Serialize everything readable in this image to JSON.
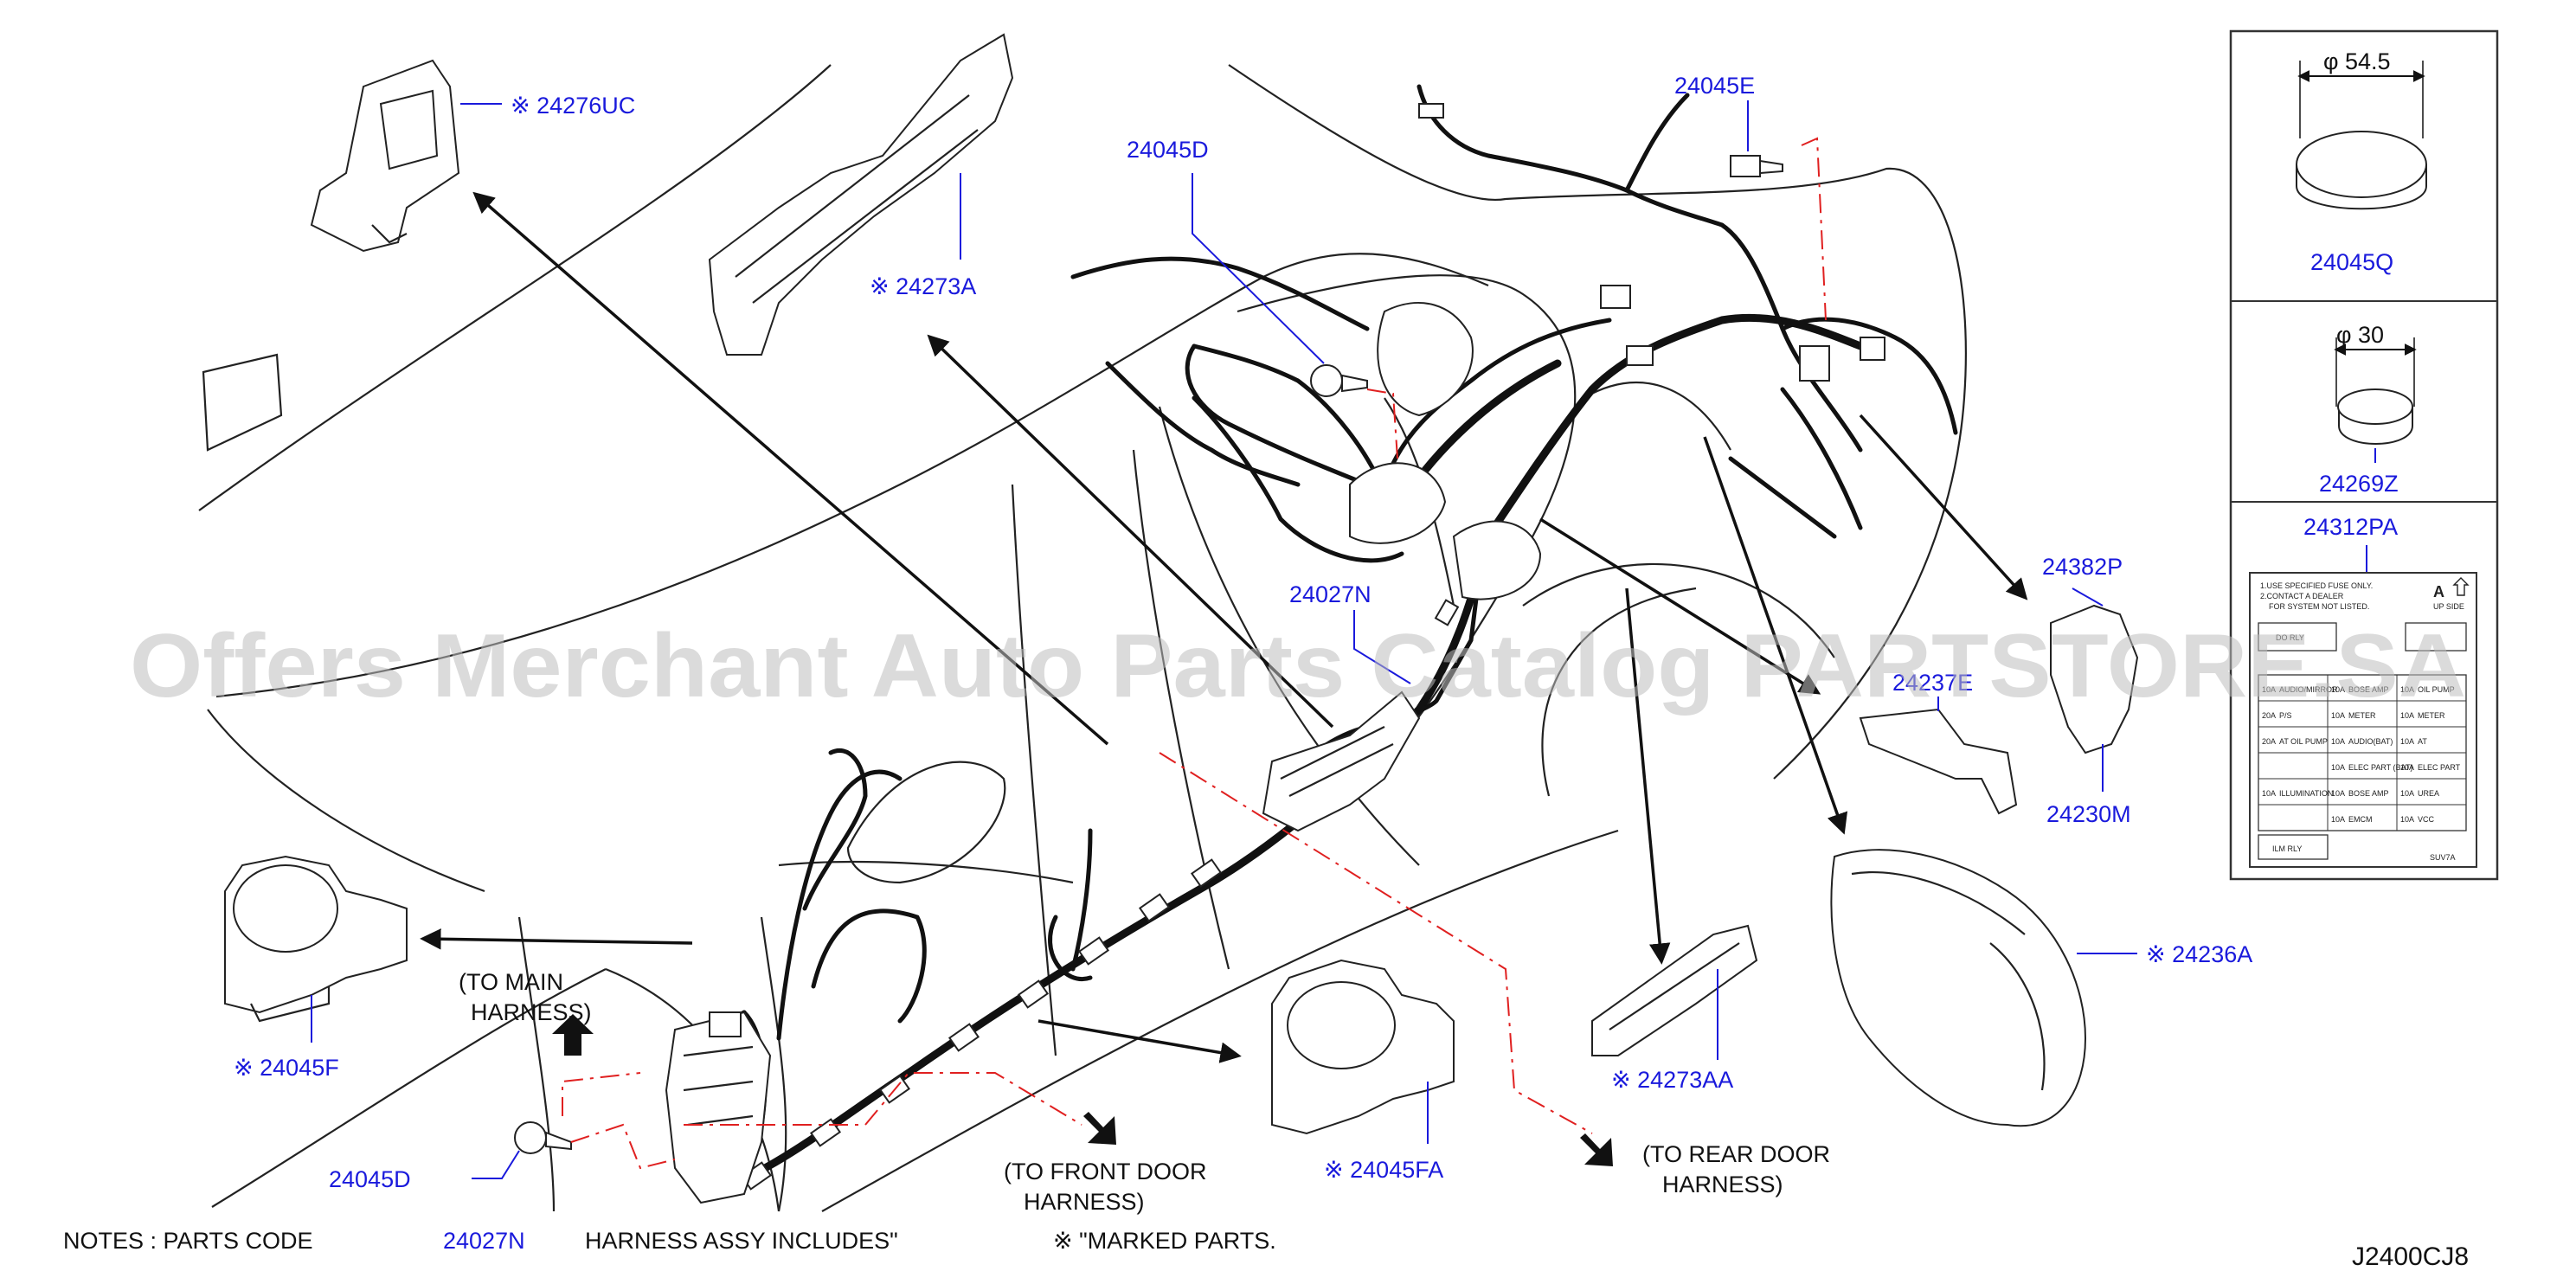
{
  "watermark": "Offers Merchant Auto Parts Catalog PARTSTORE.SA",
  "diagram_code": "J2400CJ8",
  "callouts": {
    "c24276UC": {
      "mark": "※",
      "code": "24276UC"
    },
    "c24273A": {
      "mark": "※",
      "code": "24273A"
    },
    "c24045D_top": {
      "code": "24045D"
    },
    "c24045E": {
      "code": "24045E"
    },
    "c24027N": {
      "code": "24027N"
    },
    "c24382P": {
      "code": "24382P"
    },
    "c24237E": {
      "code": "24237E"
    },
    "c24230M": {
      "code": "24230M"
    },
    "c24236A": {
      "mark": "※",
      "code": "24236A"
    },
    "c24273AA": {
      "mark": "※",
      "code": "24273AA"
    },
    "c24045FA": {
      "mark": "※",
      "code": "24045FA"
    },
    "c24045F": {
      "mark": "※",
      "code": "24045F"
    },
    "c24045D_bottom": {
      "code": "24045D"
    }
  },
  "directions": {
    "main": {
      "line1": "(TO   MAIN",
      "line2": "HARNESS)"
    },
    "front_door": {
      "line1": "(TO   FRONT   DOOR",
      "line2": "HARNESS)"
    },
    "rear_door": {
      "line1": "(TO   REAR   DOOR",
      "line2": "HARNESS)"
    }
  },
  "notes": {
    "prefix": "NOTES   :   PARTS   CODE",
    "code": "24027N",
    "middle": "HARNESS   ASSY   INCLUDES\"",
    "suffix": "※ \"MARKED   PARTS."
  },
  "side_panel": {
    "plug_large": {
      "dimension": "φ 54.5",
      "code": "24045Q"
    },
    "plug_small": {
      "dimension": "φ 30",
      "code": "24269Z"
    },
    "label": {
      "code": "24312PA",
      "instructions": [
        "1.USE SPECIFIED FUSE ONLY.",
        "2.CONTACT A DEALER",
        "FOR SYSTEM NOT LISTED."
      ],
      "up_side": "UP SIDE",
      "letter": "A",
      "relay_top": "DO RLY",
      "rows": [
        [
          "10A",
          "AUDIO/MIRROR",
          "10A",
          "BOSE AMP",
          "10A",
          "OIL PUMP"
        ],
        [
          "20A",
          "P/S",
          "10A",
          "METER",
          "10A",
          "METER"
        ],
        [
          "20A",
          "AT OIL PUMP",
          "10A",
          "AUDIO(BAT)",
          "10A",
          "AT"
        ],
        [
          "",
          "",
          "10A",
          "ELEC PART (BAT)",
          "10A",
          "ELEC PART"
        ],
        [
          "10A",
          "ILLUMINATION",
          "10A",
          "BOSE AMP",
          "10A",
          "UREA"
        ],
        [
          "",
          "",
          "10A",
          "EMCM",
          "10A",
          "VCC"
        ]
      ],
      "relay_bottom": "ILM RLY",
      "footer": "SUV7A"
    }
  }
}
